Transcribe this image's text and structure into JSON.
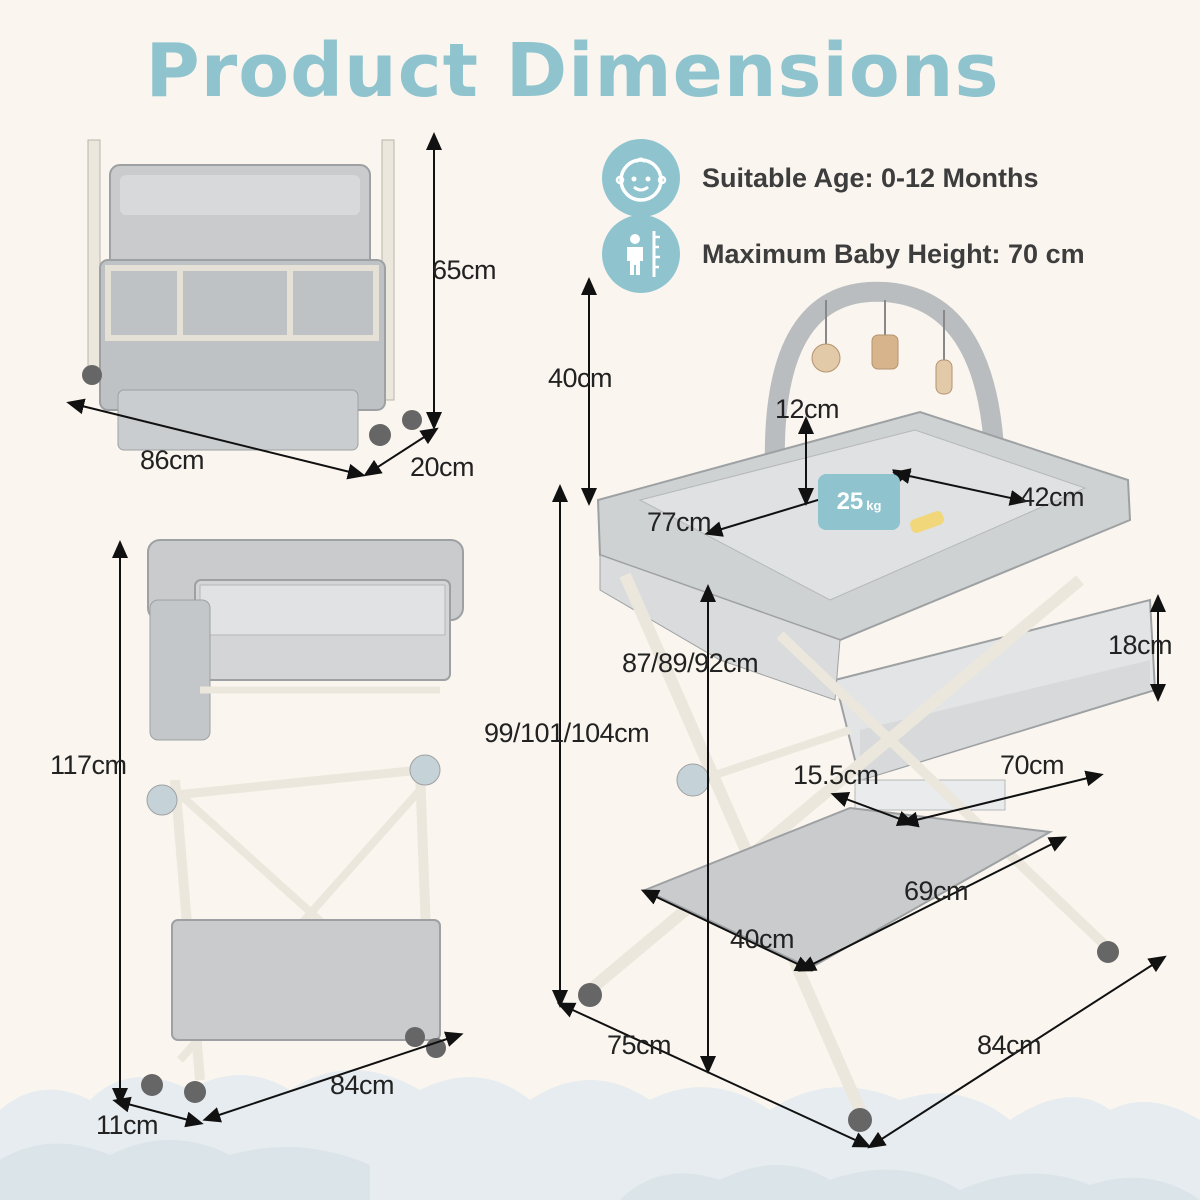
{
  "title": "Product Dimensions",
  "features": [
    {
      "icon": "baby-face-icon",
      "text": "Suitable Age: 0-12 Months"
    },
    {
      "icon": "baby-height-icon",
      "text": "Maximum Baby Height: 70 cm"
    }
  ],
  "weight_badge": {
    "value": "25",
    "unit": "kg"
  },
  "dimensions": {
    "folded_height": "65cm",
    "folded_length": "86cm",
    "folded_depth": "20cm",
    "side_height": "117cm",
    "side_width": "84cm",
    "side_depth": "11cm",
    "arch_height": "40cm",
    "tray_depth": "12cm",
    "tray_width": "42cm",
    "tray_length": "77cm",
    "storage_height": "18cm",
    "table_height": "87/89/92cm",
    "total_height": "99/101/104cm",
    "basket_depth": "15.5cm",
    "basket_length": "70cm",
    "shelf_length": "69cm",
    "shelf_width": "40cm",
    "base_width": "75cm",
    "base_length": "84cm"
  },
  "colors": {
    "accent": "#8fc4cf",
    "background": "#faf6ef",
    "product_gray": "#c9cbcc",
    "frame_cream": "#ece7dc"
  }
}
